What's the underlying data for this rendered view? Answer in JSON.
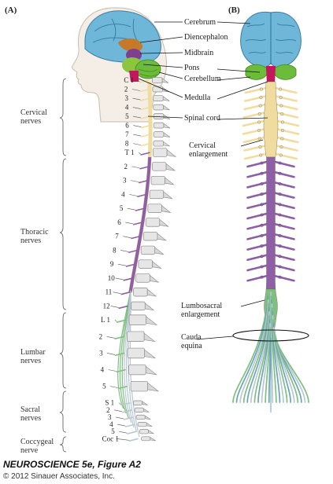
{
  "panels": {
    "a": "(A)",
    "b": "(B)"
  },
  "structures": {
    "cerebrum": "Cerebrum",
    "diencephalon": "Diencephalon",
    "midbrain": "Midbrain",
    "pons": "Pons",
    "cerebellum": "Cerebellum",
    "medulla": "Medulla",
    "spinal_cord": "Spinal cord",
    "cervical_enl_1": "Cervical",
    "cervical_enl_2": "enlargement",
    "lumbosacral_enl_1": "Lumbosacral",
    "lumbosacral_enl_2": "enlargement",
    "cauda_1": "Cauda",
    "cauda_2": "equina"
  },
  "groups": {
    "cervical_1": "Cervical",
    "cervical_2": "nerves",
    "thoracic_1": "Thoracic",
    "thoracic_2": "nerves",
    "lumbar_1": "Lumbar",
    "lumbar_2": "nerves",
    "sacral_1": "Sacral",
    "sacral_2": "nerves",
    "coccygeal_1": "Coccygeal",
    "coccygeal_2": "nerve"
  },
  "vertebrae": {
    "cervical": [
      "C 1",
      "2",
      "3",
      "4",
      "5",
      "6",
      "7",
      "8"
    ],
    "thoracic": [
      "T 1",
      "2",
      "3",
      "4",
      "5",
      "6",
      "7",
      "8",
      "9",
      "10",
      "11",
      "12"
    ],
    "lumbar": [
      "L 1",
      "2",
      "3",
      "4",
      "5"
    ],
    "sacral": [
      "S 1",
      "2",
      "3",
      "4",
      "5"
    ],
    "coccygeal": [
      "Coc 1"
    ]
  },
  "colors": {
    "cerebrum": "#6fb7d9",
    "diencephalon": "#c47a2a",
    "midbrain": "#7d3f8f",
    "pons": "#8cc63f",
    "cerebellum": "#6dbb3a",
    "medulla": "#c2185b",
    "cervical_cord": "#f1dca0",
    "thoracic_cord": "#8e5fa6",
    "lumbar_cord": "#7fbf7f",
    "sacral_nerves": "#b9c7d6"
  },
  "caption": {
    "title": "NEUROSCIENCE 5e, Figure A2",
    "copyright": "© 2012 Sinauer Associates, Inc."
  }
}
